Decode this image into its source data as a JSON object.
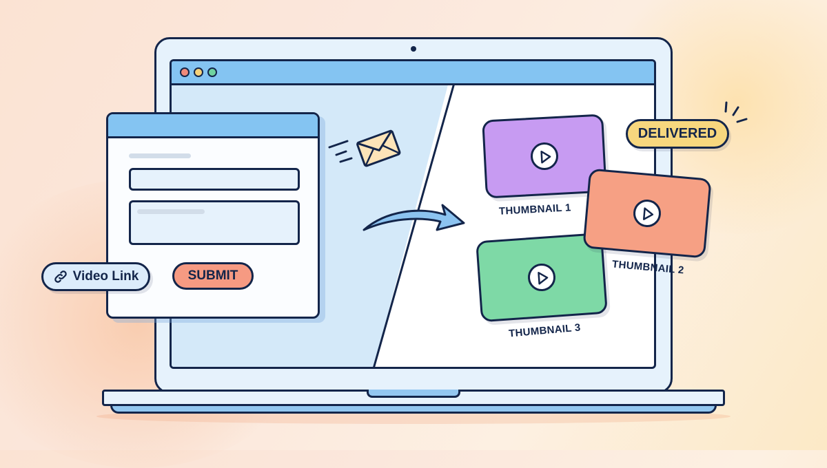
{
  "scene": {
    "description": "Laptop illustration: form submission with video link delivering thumbnails",
    "colors": {
      "ink": "#13254a",
      "browser_bar": "#84c4f2",
      "screen_left_bg": "#d4e9f9",
      "screen_right_bg": "#ffffff",
      "dot_red": "#f08a7a",
      "dot_yellow": "#f5d27a",
      "dot_green": "#6fd3a0",
      "submit_bg": "#f69a82",
      "video_link_bg": "#dcecfb",
      "delivered_bg": "#f7d77e",
      "envelope_bg": "#fde4b8",
      "arrow_fill": "#8cc3f0"
    }
  },
  "form": {
    "video_link_label": "Video Link",
    "video_link_icon": "link-icon",
    "submit_label": "SUBMIT"
  },
  "status": {
    "delivered_label": "DELIVERED"
  },
  "thumbnails": [
    {
      "label": "THUMBNAIL 1",
      "color": "#c79bf2"
    },
    {
      "label": "THUMBNAIL 2",
      "color": "#f6a084"
    },
    {
      "label": "THUMBNAIL 3",
      "color": "#7ed9a6"
    }
  ],
  "icons": {
    "envelope": "envelope-icon",
    "arrow": "curved-arrow-icon",
    "play": "play-icon"
  }
}
